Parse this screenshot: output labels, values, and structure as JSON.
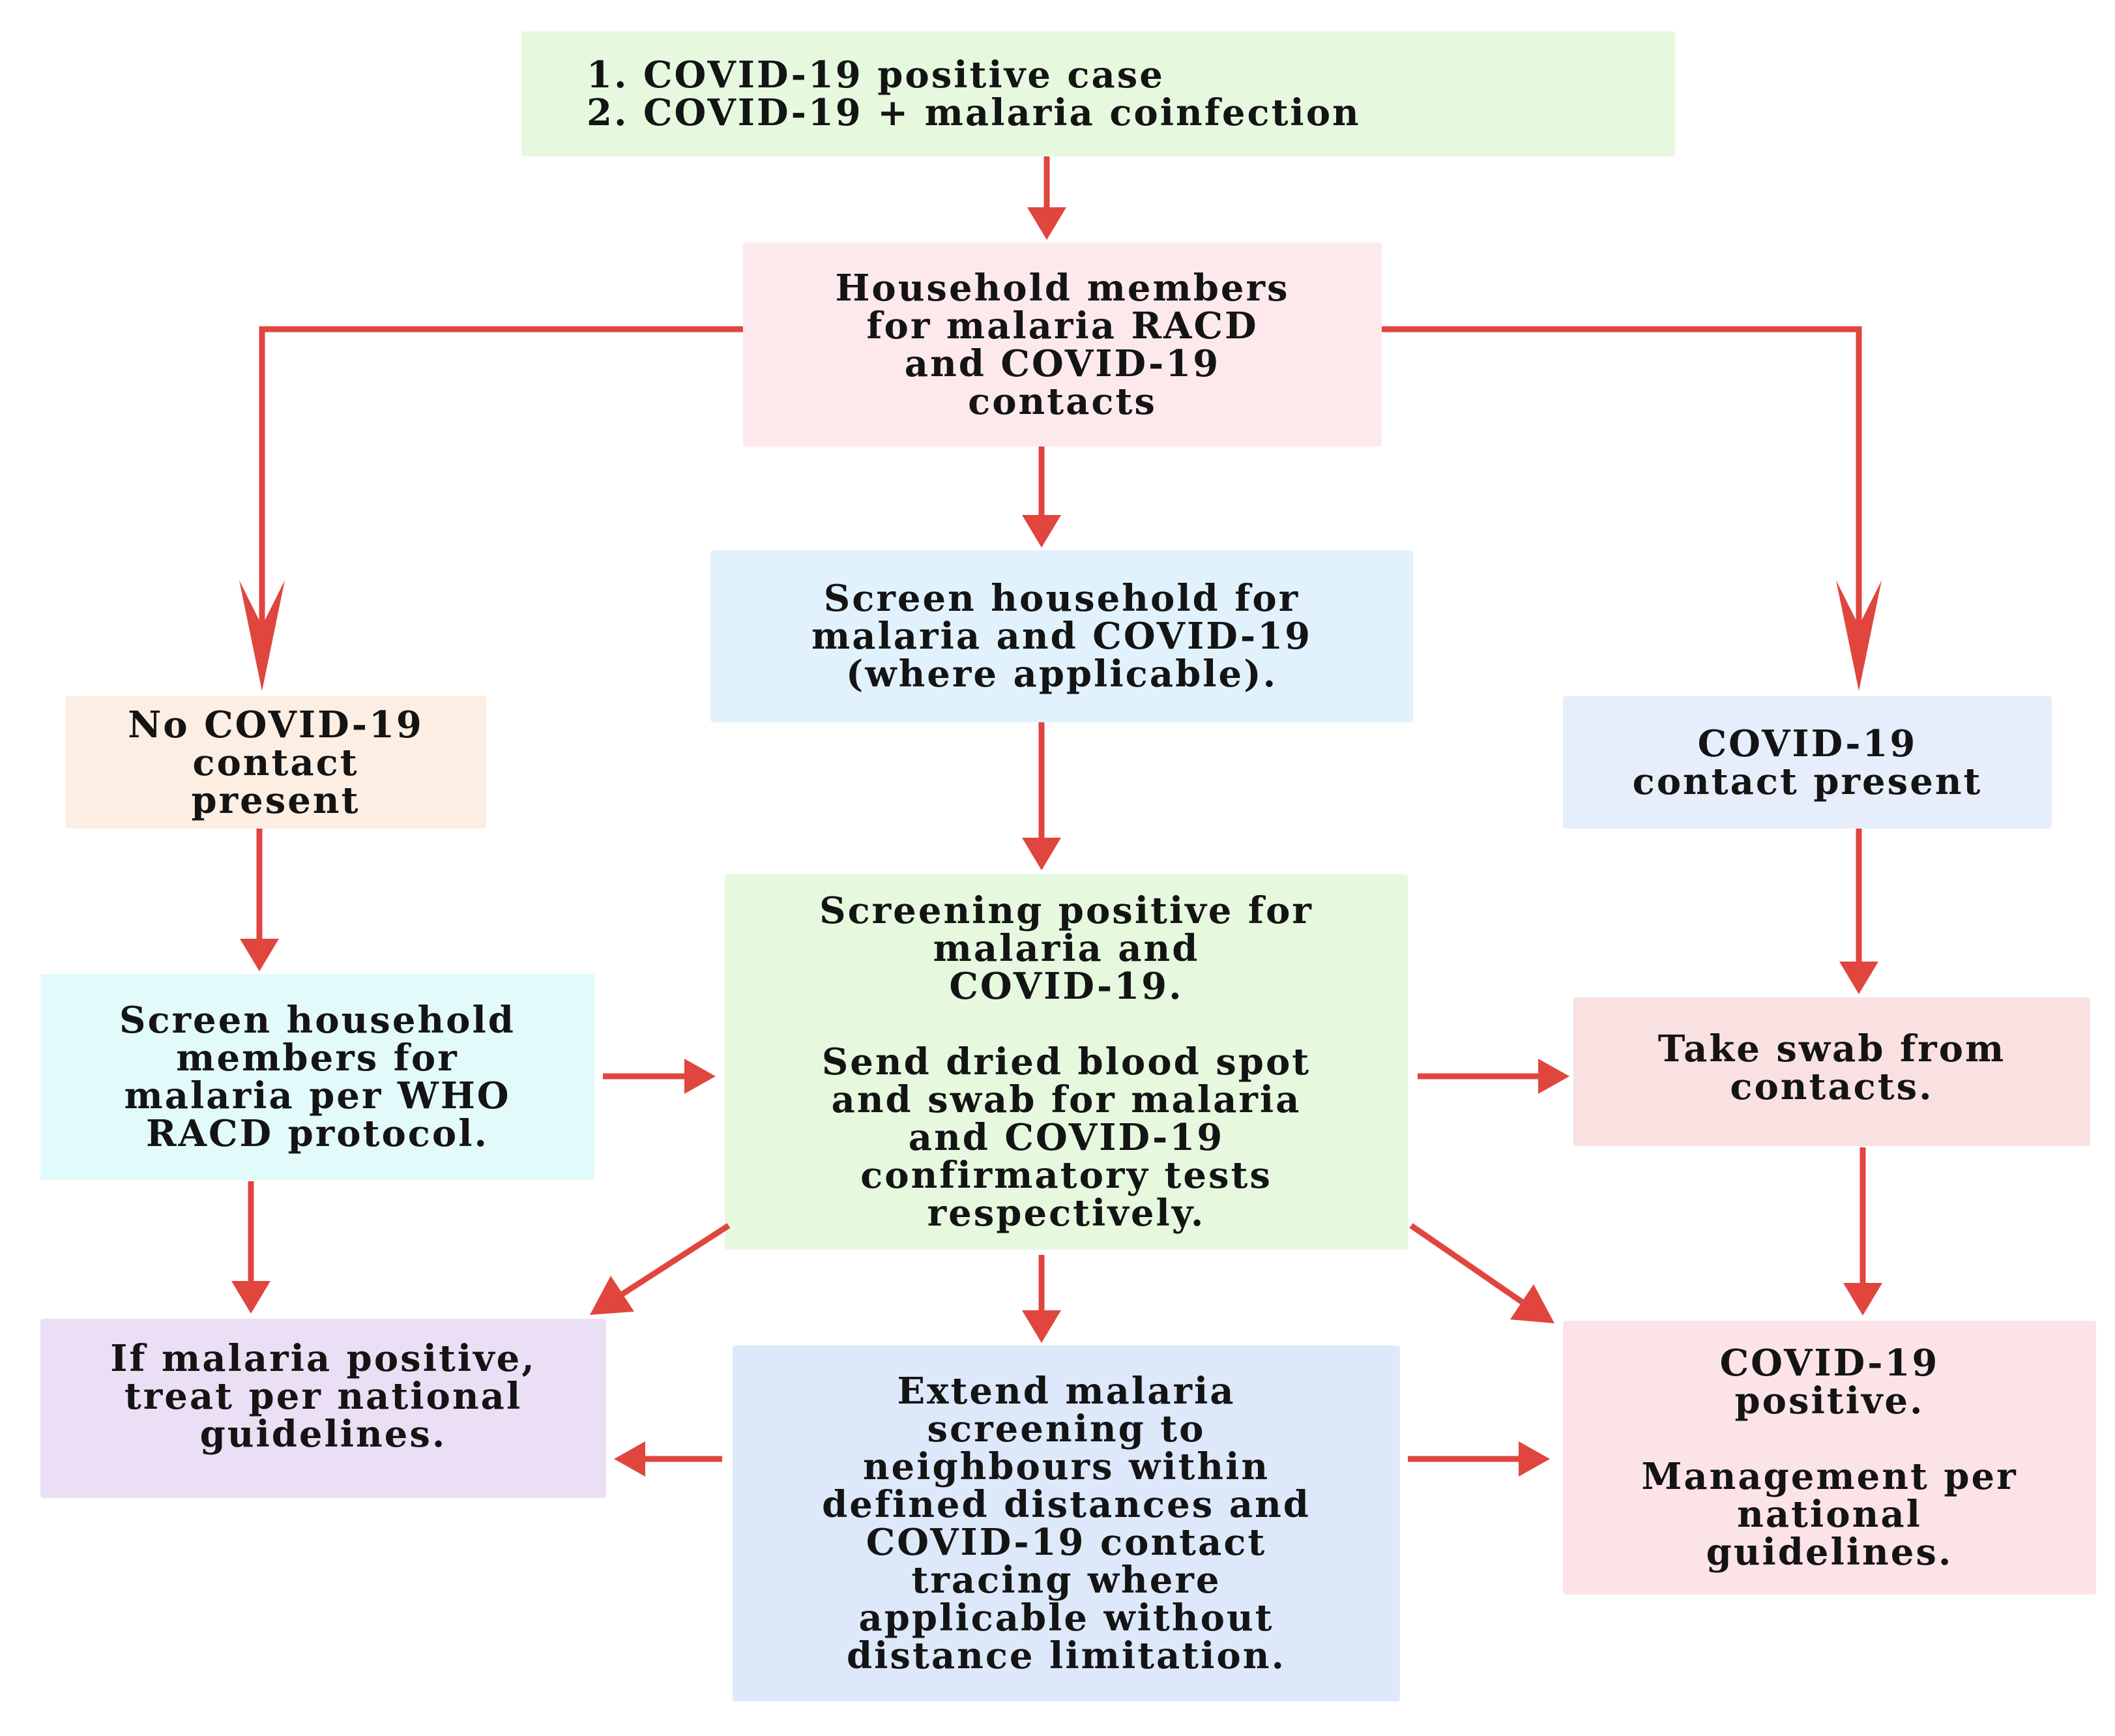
{
  "colors": {
    "arrow": "#e0463e"
  },
  "nodes": {
    "start": {
      "lines": [
        "1. COVID-19 positive case",
        "2. COVID-19 + malaria coinfection"
      ]
    },
    "household": {
      "lines": [
        "Household members",
        "for malaria RACD",
        "and COVID-19",
        "contacts"
      ]
    },
    "screen_household": {
      "lines": [
        "Screen household for",
        "malaria and COVID-19",
        "(where applicable)."
      ]
    },
    "no_contact": {
      "lines": [
        "No COVID-19",
        "contact",
        "present"
      ]
    },
    "contact_present": {
      "lines": [
        "COVID-19",
        "contact present"
      ]
    },
    "screen_who": {
      "lines": [
        "Screen household",
        "members for",
        "malaria per WHO",
        "RACD protocol."
      ]
    },
    "screening_positive": {
      "lines": [
        "Screening positive for",
        "malaria and",
        "COVID-19.",
        "",
        "Send dried blood spot",
        "and swab for malaria",
        "and COVID-19",
        "confirmatory tests",
        "respectively."
      ]
    },
    "take_swab": {
      "lines": [
        "Take swab from",
        "contacts."
      ]
    },
    "malaria_positive": {
      "lines": [
        "If malaria positive,",
        "treat per national",
        "guidelines."
      ]
    },
    "extend_screening": {
      "lines": [
        "Extend malaria",
        "screening to",
        "neighbours within",
        "defined distances and",
        "COVID-19 contact",
        "tracing where",
        "applicable without",
        "distance limitation."
      ]
    },
    "covid_positive": {
      "lines": [
        "COVID-19",
        "positive.",
        "",
        "Management per",
        "national",
        "guidelines."
      ]
    }
  }
}
